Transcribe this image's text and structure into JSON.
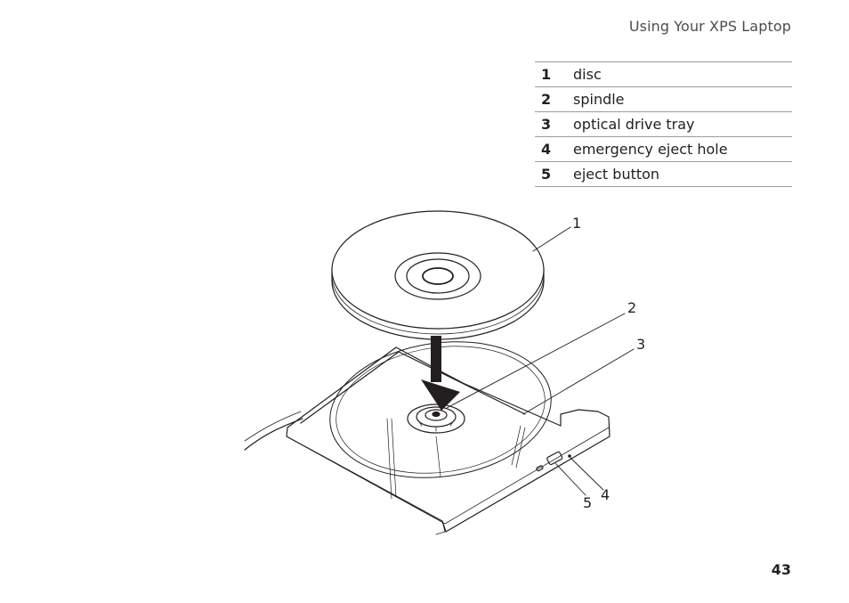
{
  "header": {
    "title": "Using Your XPS Laptop"
  },
  "legend": [
    {
      "num": "1",
      "label": "disc"
    },
    {
      "num": "2",
      "label": "spindle"
    },
    {
      "num": "3",
      "label": "optical drive tray"
    },
    {
      "num": "4",
      "label": "emergency eject hole"
    },
    {
      "num": "5",
      "label": "eject button"
    }
  ],
  "callouts": {
    "c1": "1",
    "c2": "2",
    "c3": "3",
    "c4": "4",
    "c5": "5"
  },
  "page": {
    "number": "43"
  }
}
